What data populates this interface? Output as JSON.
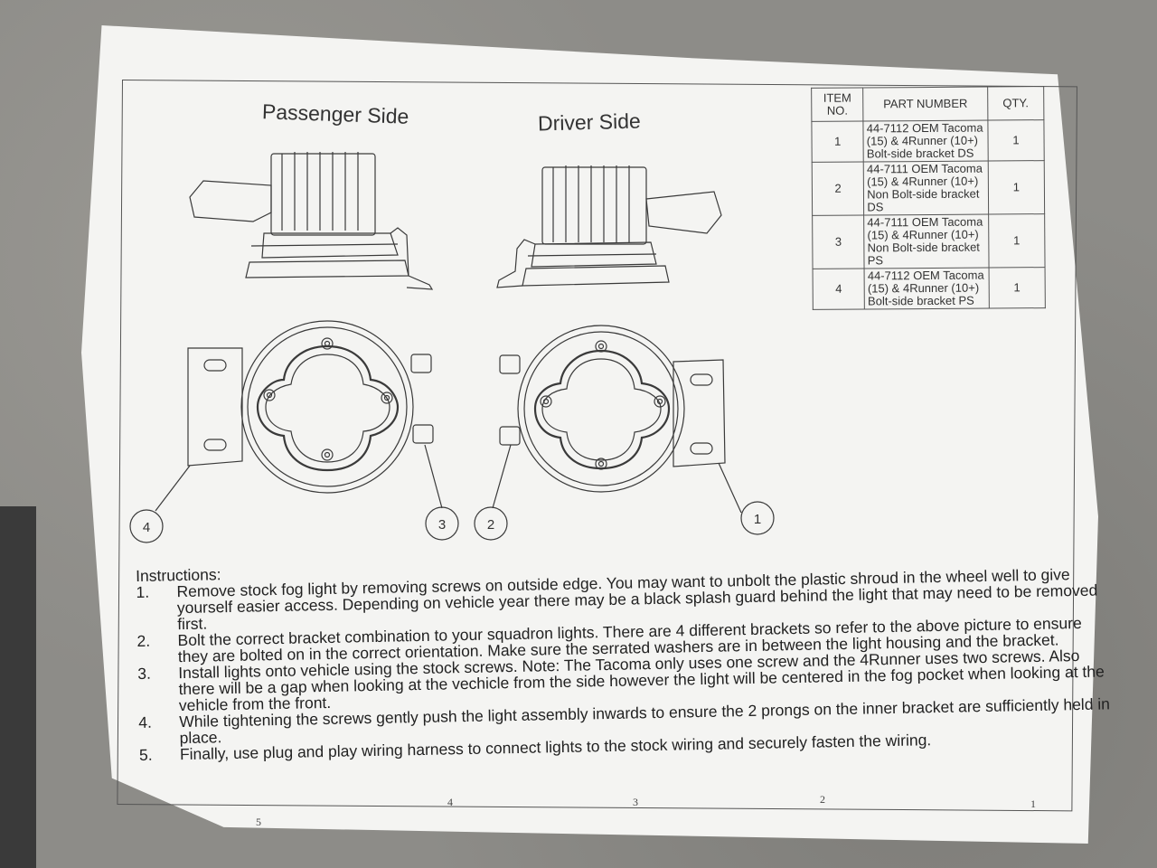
{
  "views": {
    "passenger_side": "Passenger Side",
    "driver_side": "Driver Side"
  },
  "bom": {
    "headers": {
      "item_no": "ITEM NO.",
      "part_number": "PART NUMBER",
      "qty": "QTY."
    },
    "rows": [
      {
        "item": "1",
        "part": "44-7112 OEM Tacoma (15) & 4Runner (10+) Bolt-side bracket DS",
        "qty": "1"
      },
      {
        "item": "2",
        "part": "44-7111 OEM Tacoma (15) & 4Runner (10+) Non Bolt-side bracket DS",
        "qty": "1"
      },
      {
        "item": "3",
        "part": "44-7111 OEM Tacoma (15) & 4Runner (10+) Non Bolt-side bracket PS",
        "qty": "1"
      },
      {
        "item": "4",
        "part": "44-7112 OEM Tacoma (15) & 4Runner (10+) Bolt-side bracket PS",
        "qty": "1"
      }
    ]
  },
  "balloons": [
    "4",
    "3",
    "2",
    "1"
  ],
  "instructions": {
    "heading": "Instructions:",
    "steps": [
      {
        "num": "1.",
        "text": "Remove stock fog light by removing screws on outside edge. You may want to unbolt the plastic shroud in the wheel well to give yourself easier access. Depending on vehicle year there may be a black splash guard behind the light that may need to be removed first."
      },
      {
        "num": "2.",
        "text": "Bolt the correct bracket combination to your squadron lights. There are 4 different brackets so refer to the above picture to ensure they are bolted on in the correct orientation. Make sure the serrated washers are in between the light housing and the bracket."
      },
      {
        "num": "3.",
        "text": "Install lights onto vehicle using the stock screws. Note: The Tacoma only uses one screw and the 4Runner uses two screws. Also there will be a gap when looking at the vechicle from the side however the light will be centered in the fog pocket when looking at the vehicle from the front."
      },
      {
        "num": "4.",
        "text": "While tightening the screws gently push the light assembly inwards to ensure the 2 prongs on the inner bracket are sufficiently held in place."
      },
      {
        "num": "5.",
        "text": "Finally, use plug and play wiring harness to connect lights to the stock wiring and securely fasten the wiring."
      }
    ]
  },
  "zone_numbers": [
    "5",
    "4",
    "3",
    "2",
    "1"
  ]
}
